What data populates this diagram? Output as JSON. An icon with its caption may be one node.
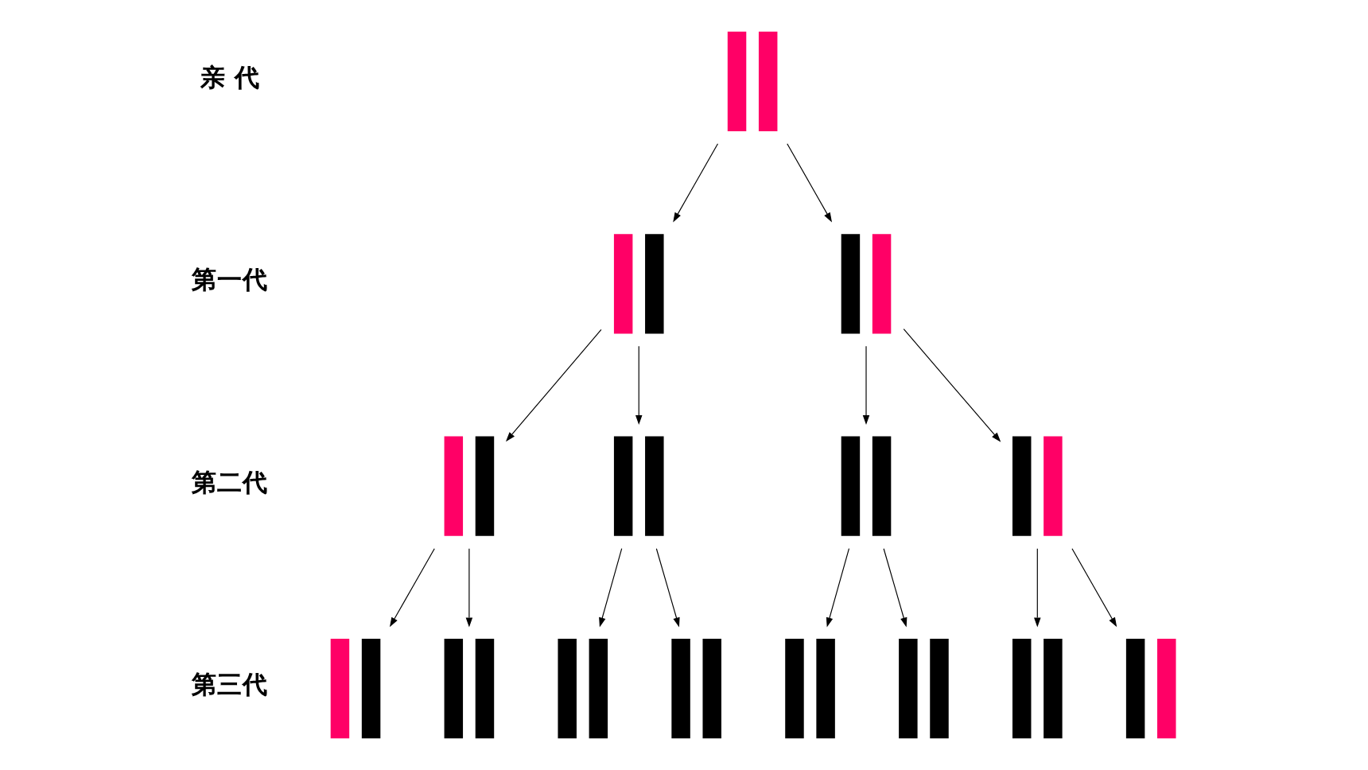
{
  "diagram": {
    "nodes": [
      {
        "text": [],
        "shape": "bar"
      },
      {
        "text": [],
        "shape": "bar"
      },
      {
        "text": [],
        "shape": "bar"
      },
      {
        "text": [],
        "shape": "bar"
      },
      {
        "text": [],
        "shape": "bar"
      },
      {
        "text": [],
        "shape": "bar"
      },
      {
        "text": [],
        "shape": "bar"
      },
      {
        "text": [],
        "shape": "bar"
      },
      {
        "text": [],
        "shape": "bar"
      },
      {
        "text": [],
        "shape": "bar"
      },
      {
        "text": [],
        "shape": "bar"
      },
      {
        "text": [],
        "shape": "bar"
      },
      {
        "text": [],
        "shape": "bar"
      },
      {
        "text": [],
        "shape": "bar"
      },
      {
        "text": [],
        "shape": "bar"
      }
    ],
    "edges": [
      {
        "from": 0,
        "to": 1,
        "arrow": "to"
      },
      {
        "from": 0,
        "to": 2,
        "arrow": "to"
      },
      {
        "from": 1,
        "to": 3,
        "arrow": "to"
      },
      {
        "from": 1,
        "to": 4,
        "arrow": "to"
      },
      {
        "from": 2,
        "to": 5,
        "arrow": "to"
      },
      {
        "from": 2,
        "to": 6,
        "arrow": "to"
      },
      {
        "from": 3,
        "to": 7,
        "arrow": "to"
      },
      {
        "from": 3,
        "to": 8,
        "arrow": "to"
      },
      {
        "from": 4,
        "to": 9,
        "arrow": "to"
      },
      {
        "from": 4,
        "to": 10,
        "arrow": "to"
      },
      {
        "from": 5,
        "to": 11,
        "arrow": "to"
      },
      {
        "from": 5,
        "to": 12,
        "arrow": "to"
      },
      {
        "from": 6,
        "to": 13,
        "arrow": "to"
      },
      {
        "from": 6,
        "to": 14,
        "arrow": "to"
      }
    ],
    "labels": [
      "亲 代",
      "第一代",
      "第二代",
      "第三代"
    ]
  }
}
